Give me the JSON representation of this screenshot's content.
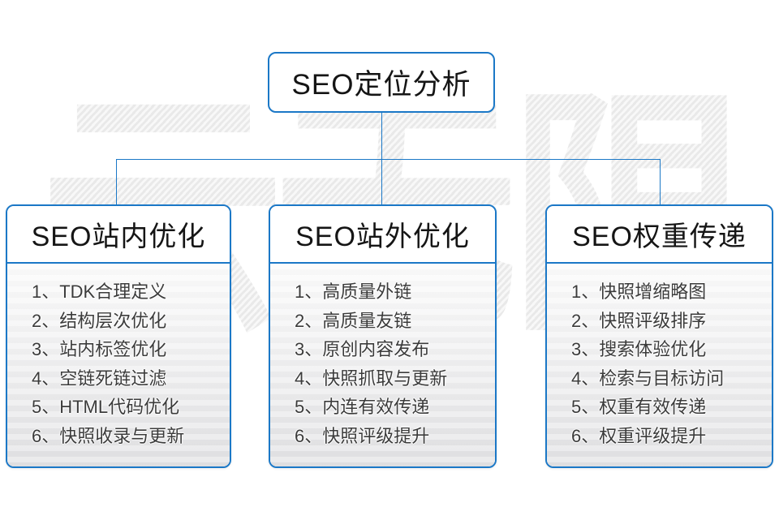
{
  "watermark": "云无限",
  "colors": {
    "accent_blue": "#1b78c7",
    "list_gradient_top": "#fbfbfb",
    "list_gradient_bottom": "#e1e1e3"
  },
  "root": {
    "title": "SEO定位分析"
  },
  "columns": [
    {
      "title": "SEO站内优化",
      "items": [
        "1、TDK合理定义",
        "2、结构层次优化",
        "3、站内标签优化",
        "4、空链死链过滤",
        "5、HTML代码优化",
        "6、快照收录与更新"
      ]
    },
    {
      "title": "SEO站外优化",
      "items": [
        "1、高质量外链",
        "2、高质量友链",
        "3、原创内容发布",
        "4、快照抓取与更新",
        "5、内连有效传递",
        "6、快照评级提升"
      ]
    },
    {
      "title": "SEO权重传递",
      "items": [
        "1、快照增缩略图",
        "2、快照评级排序",
        "3、搜索体验优化",
        "4、检索与目标访问",
        "5、权重有效传递",
        "6、权重评级提升"
      ]
    }
  ]
}
